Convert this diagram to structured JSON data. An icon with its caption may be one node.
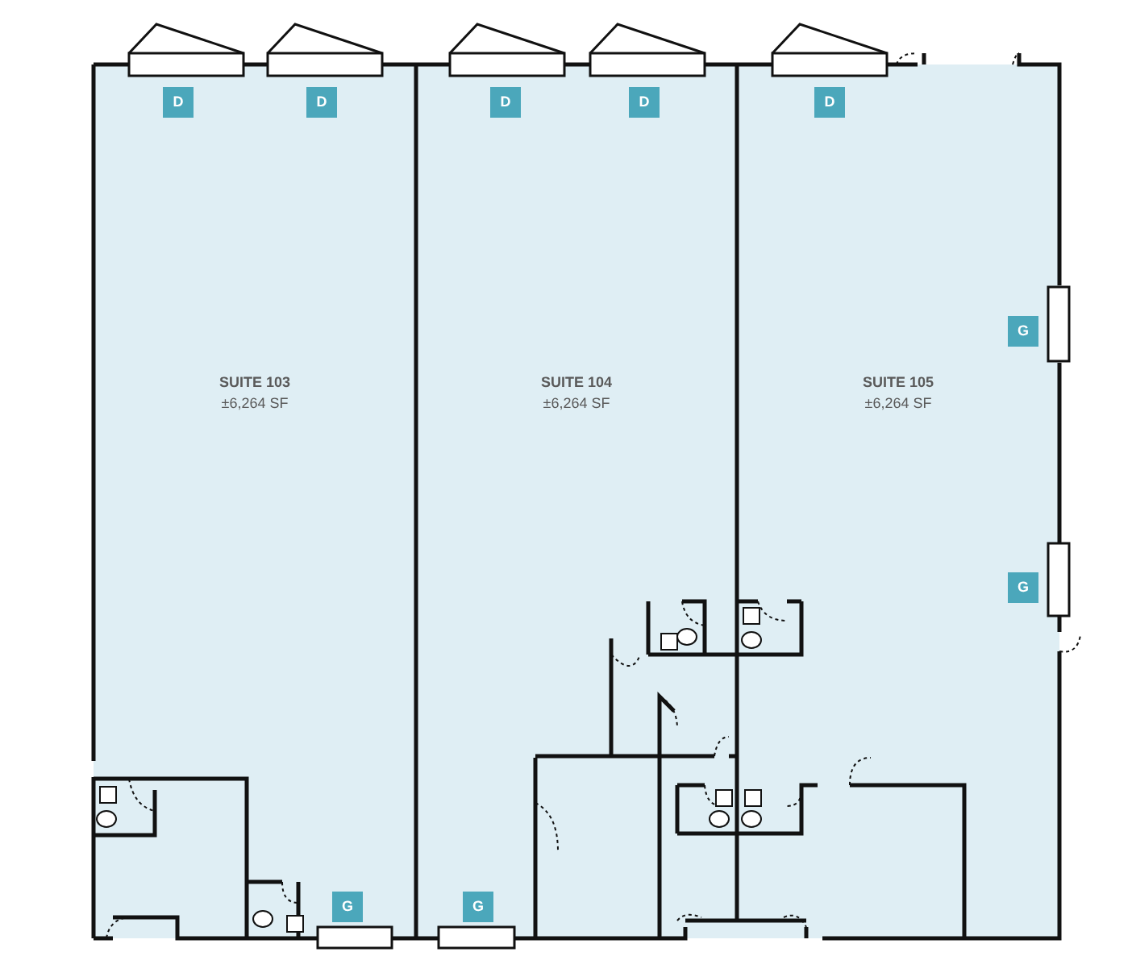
{
  "diagram": {
    "nodes": [
      {
        "text": [
          "SUITE 103",
          "±6,264 SF"
        ]
      },
      {
        "text": [
          "SUITE 104",
          "±6,264 SF"
        ]
      },
      {
        "text": [
          "SUITE 105",
          "±6,264 SF"
        ]
      }
    ],
    "labels": [
      "D",
      "D",
      "D",
      "D",
      "D",
      "G",
      "G",
      "G",
      "G"
    ]
  }
}
